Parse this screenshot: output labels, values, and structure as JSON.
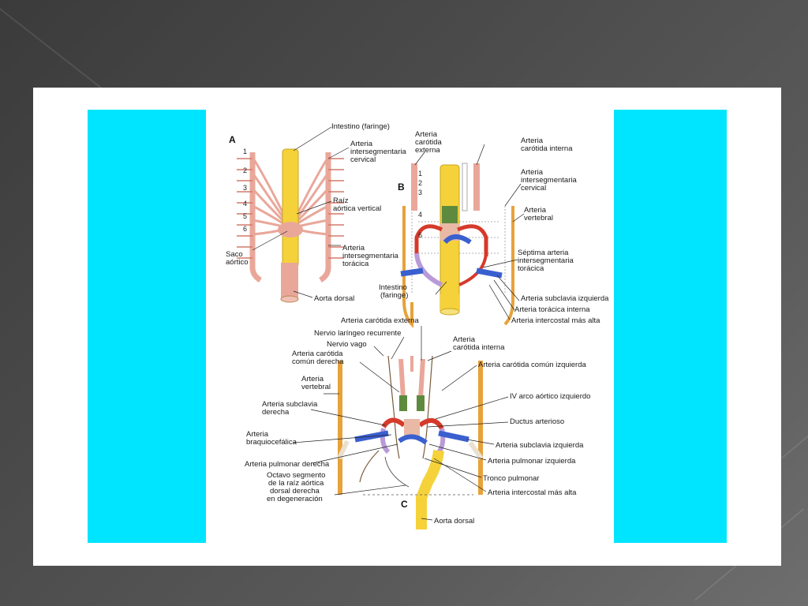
{
  "colors": {
    "background": "#4a4a4a",
    "slide": "#ffffff",
    "panel": "#00e5ff",
    "artery": "#e9a79a",
    "artery_dark": "#d47a6a",
    "gut": "#f5d23a",
    "vein_blue": "#3a5fcf",
    "red": "#d63a2a",
    "orange": "#e7a23a",
    "purple": "#b99ad9",
    "green": "#5d8a3e"
  },
  "diagram": {
    "panel_a": {
      "tag": "A",
      "arch_numbers": [
        "1",
        "2",
        "3",
        "4",
        "5",
        "6"
      ],
      "labels": {
        "intestino": "Intestino (faringe)",
        "arteria_inter_cervical": [
          "Arteria",
          "intersegmentaria",
          "cervical"
        ],
        "raiz": [
          "Raíz",
          "aórtica vertical"
        ],
        "saco": [
          "Saco",
          "aórtico"
        ],
        "arteria_inter_toracica": [
          "Arteria",
          "intersegmentaria",
          "torácica"
        ],
        "aorta_dorsal": "Aorta dorsal"
      }
    },
    "panel_b": {
      "tag": "B",
      "arch_numbers": [
        "1",
        "2",
        "3",
        "4",
        "6"
      ],
      "labels": {
        "carotida_externa": [
          "Arteria",
          "carótida",
          "externa"
        ],
        "carotida_interna": [
          "Arteria",
          "carótida interna"
        ],
        "inter_cervical": [
          "Arteria",
          "intersegmentaria",
          "cervical"
        ],
        "vertebral": [
          "Arteria",
          "vertebral"
        ],
        "septima": [
          "Séptima arteria",
          "intersegmentaria",
          "torácica"
        ],
        "intestino": [
          "Intestino",
          "(faringe)"
        ],
        "subclavia_izq": "Arteria subclavia izquierda",
        "toracica_interna": "Arteria torácica interna",
        "intercostal": "Arteria intercostal más alta"
      }
    },
    "panel_c": {
      "tag": "C",
      "labels": {
        "carotida_externa": "Arteria carótida externa",
        "nervio_laringeo": "Nervio laríngeo recurrente",
        "nervio_vago": "Nervio vago",
        "carotida_interna": [
          "Arteria",
          "carótida interna"
        ],
        "carotida_comun_der": [
          "Arteria carótida",
          "común derecha"
        ],
        "carotida_comun_izq": "Arteria carótida común izquierda",
        "vertebral": [
          "Arteria",
          "vertebral"
        ],
        "iv_arco": "IV arco aórtico izquierdo",
        "subclavia_der": [
          "Arteria subclavia",
          "derecha"
        ],
        "ductus": "Ductus arterioso",
        "braquiocefalica": [
          "Arteria",
          "braquiocefálica"
        ],
        "subclavia_izq": "Arteria subclavia izquierda",
        "pulmonar_der": "Arteria pulmonar derecha",
        "pulmonar_izq": "Arteria pulmonar izquierda",
        "octavo": [
          "Octavo segmento",
          "de la raíz aórtica",
          "dorsal derecha",
          "en degeneración"
        ],
        "tronco": "Tronco pulmonar",
        "intercostal": "Arteria intercostal más alta",
        "aorta_dorsal": "Aorta dorsal"
      }
    }
  }
}
